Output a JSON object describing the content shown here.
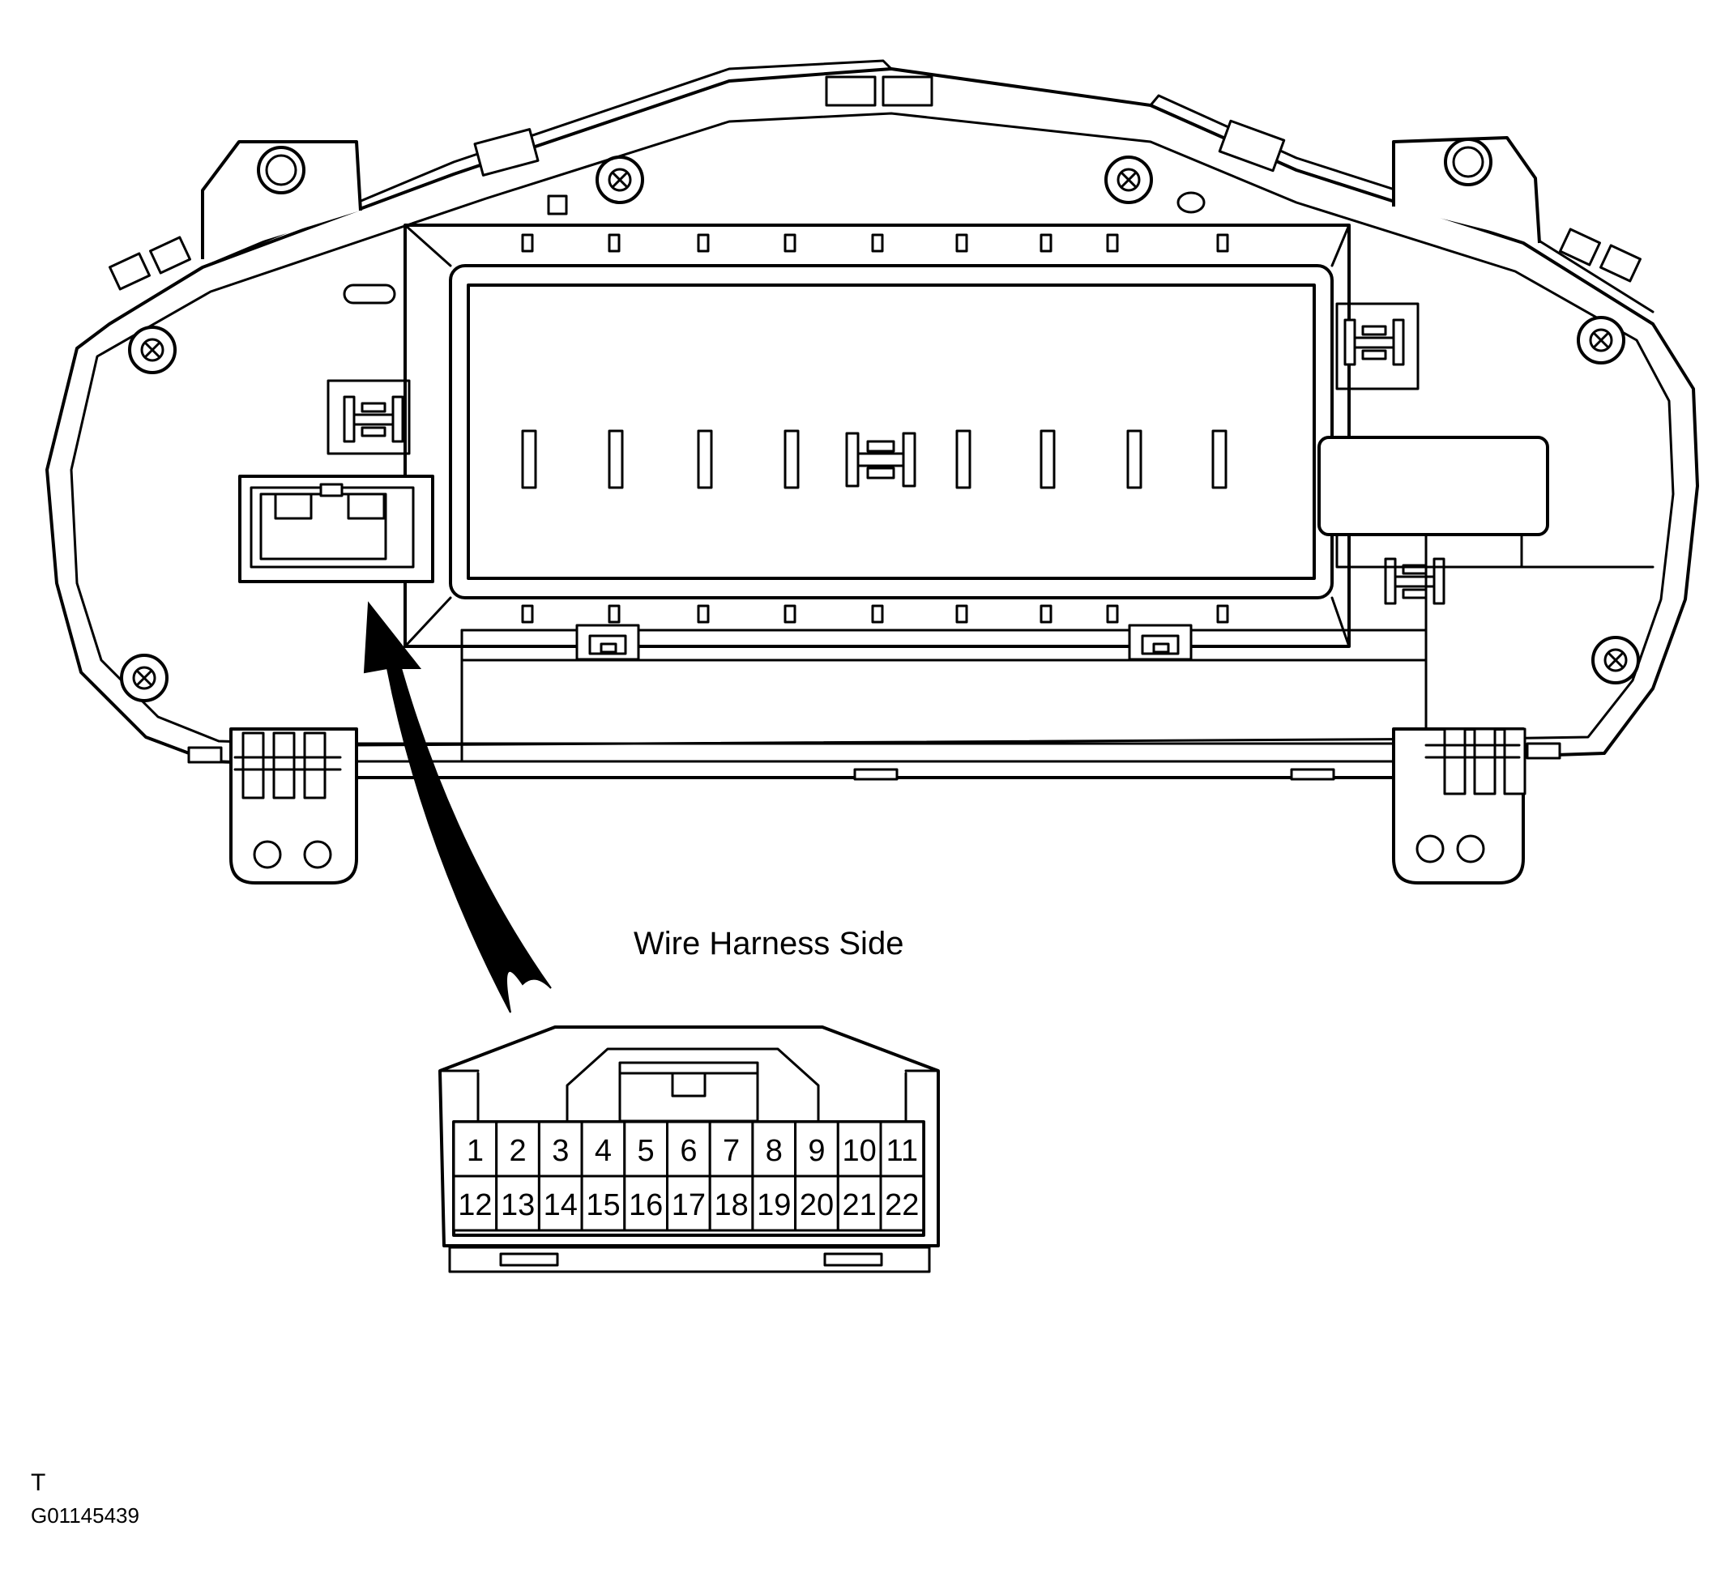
{
  "caption": "Wire Harness Side",
  "footer": {
    "mark": "T",
    "figure_id": "G01145439"
  },
  "connector": {
    "pins_row1": [
      "1",
      "2",
      "3",
      "4",
      "5",
      "6",
      "7",
      "8",
      "9",
      "10",
      "11"
    ],
    "pins_row2": [
      "12",
      "13",
      "14",
      "15",
      "16",
      "17",
      "18",
      "19",
      "20",
      "21",
      "22"
    ]
  }
}
